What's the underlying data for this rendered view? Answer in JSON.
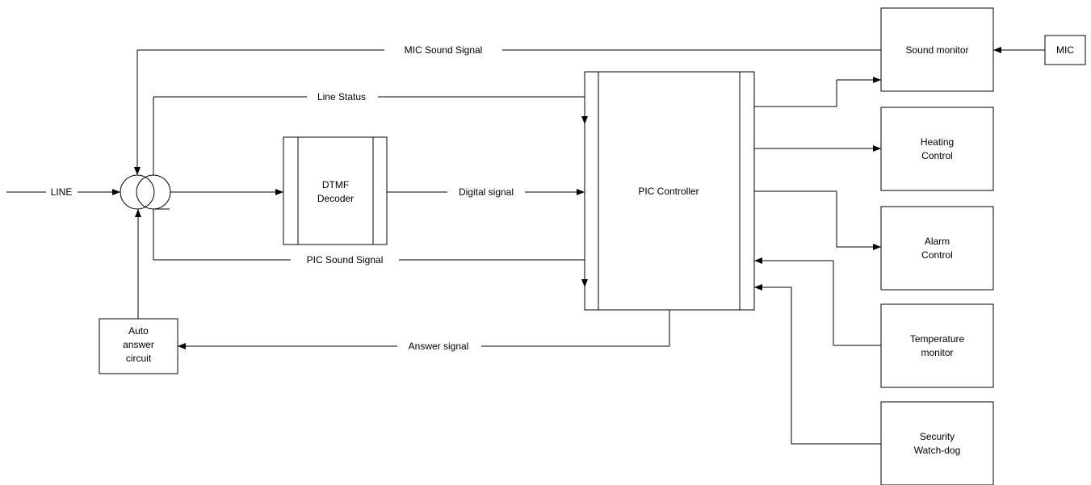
{
  "blocks": {
    "sound_monitor": "Sound monitor",
    "mic": "MIC",
    "heating_control": [
      "Heating",
      "Control"
    ],
    "alarm_control": [
      "Alarm",
      "Control"
    ],
    "temperature_monitor": [
      "Temperature",
      "monitor"
    ],
    "security_watchdog": [
      "Security",
      "Watch-dog"
    ],
    "dtmf_decoder": [
      "DTMF",
      "Decoder"
    ],
    "pic_controller": "PIC Controller",
    "auto_answer": [
      "Auto",
      "answer",
      "circuit"
    ]
  },
  "signals": {
    "mic_sound": "MIC Sound Signal",
    "line_status": "Line Status",
    "line": "LINE",
    "digital": "Digital signal",
    "pic_sound": "PIC Sound Signal",
    "answer": "Answer signal"
  }
}
